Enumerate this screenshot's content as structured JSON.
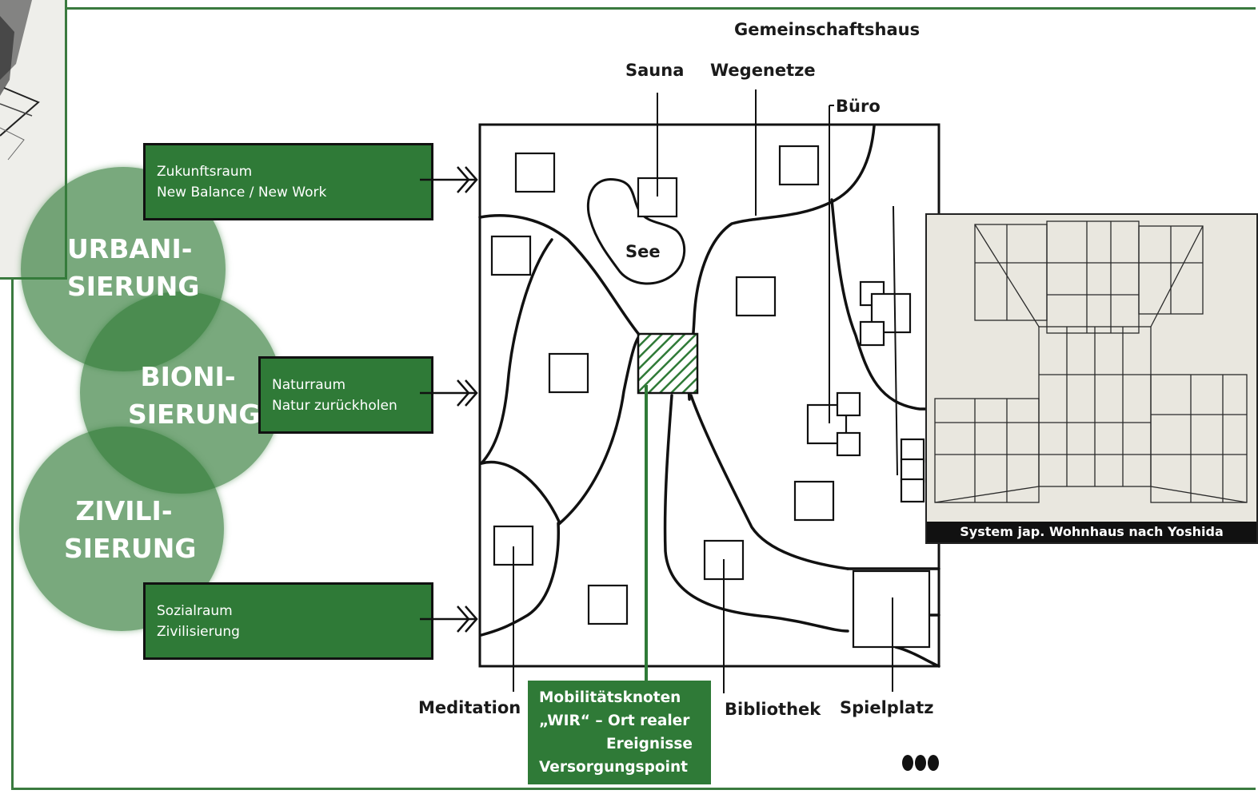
{
  "circles": [
    {
      "line1": "URBANI-",
      "line2": "SIERUNG"
    },
    {
      "line1": "BIONI-",
      "line2": "SIERUNG"
    },
    {
      "line1": "ZIVILI-",
      "line2": "SIERUNG"
    }
  ],
  "boxes": {
    "zukunft": {
      "line1": "Zukunftsraum",
      "line2": "New Balance / New Work"
    },
    "natur": {
      "line1": "Naturraum",
      "line2": "Natur zurückholen"
    },
    "sozial": {
      "line1": "Sozialraum",
      "line2": "Zivilisierung"
    }
  },
  "plan_labels": {
    "gemeinschaftshaus": "Gemeinschaftshaus",
    "sauna": "Sauna",
    "wegenetze": "Wegenetze",
    "buero": "Büro",
    "see": "See",
    "meditation": "Meditation",
    "bibliothek": "Bibliothek",
    "spielplatz": "Spielplatz"
  },
  "mobility": {
    "line1": "Mobilitätsknoten",
    "line2": "„WIR“ – Ort realer",
    "line3": "Ereignisse",
    "line4": "Versorgungspoint"
  },
  "photo": {
    "caption": "System jap. Wohnhaus nach Yoshida"
  },
  "colors": {
    "accent_green": "#2f7a37",
    "frame_green": "#3a7a3f"
  }
}
